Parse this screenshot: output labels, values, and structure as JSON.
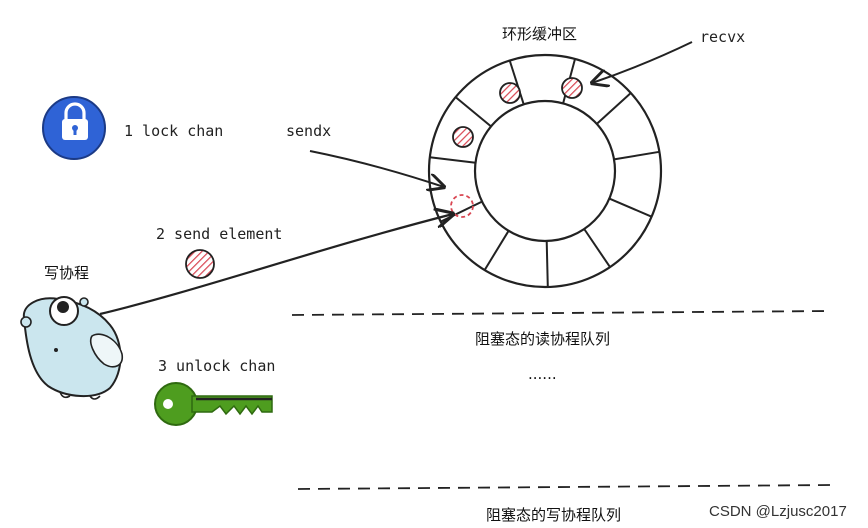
{
  "title": "环形缓冲区",
  "labels": {
    "recvx": "recvx",
    "sendx": "sendx",
    "step1": "1 lock chan",
    "step2": "2 send element",
    "step3": "3 unlock chan",
    "writer_goroutine": "写协程",
    "read_queue": "阻塞态的读协程队列",
    "ellipsis": "......",
    "write_queue": "阻塞态的写协程队列",
    "watermark": "CSDN @Lzjusc2017"
  },
  "icons": {
    "lock": "lock-icon",
    "element": "element-icon",
    "gopher": "gopher-icon",
    "key": "key-icon"
  },
  "colors": {
    "lock_blue": "#2f63d6",
    "element_red": "#d94652",
    "gopher_body": "#cbe6ee",
    "key_green": "#4e9d1f",
    "stroke": "#222222"
  },
  "ring": {
    "slots": 11,
    "filled_slots": [
      {
        "slot": "upper-left",
        "pattern": "hatched"
      },
      {
        "slot": "top-left",
        "pattern": "hatched"
      },
      {
        "slot": "top-right",
        "pattern": "hatched"
      }
    ],
    "pending_slot": {
      "slot": "left",
      "pattern": "dashed"
    }
  }
}
